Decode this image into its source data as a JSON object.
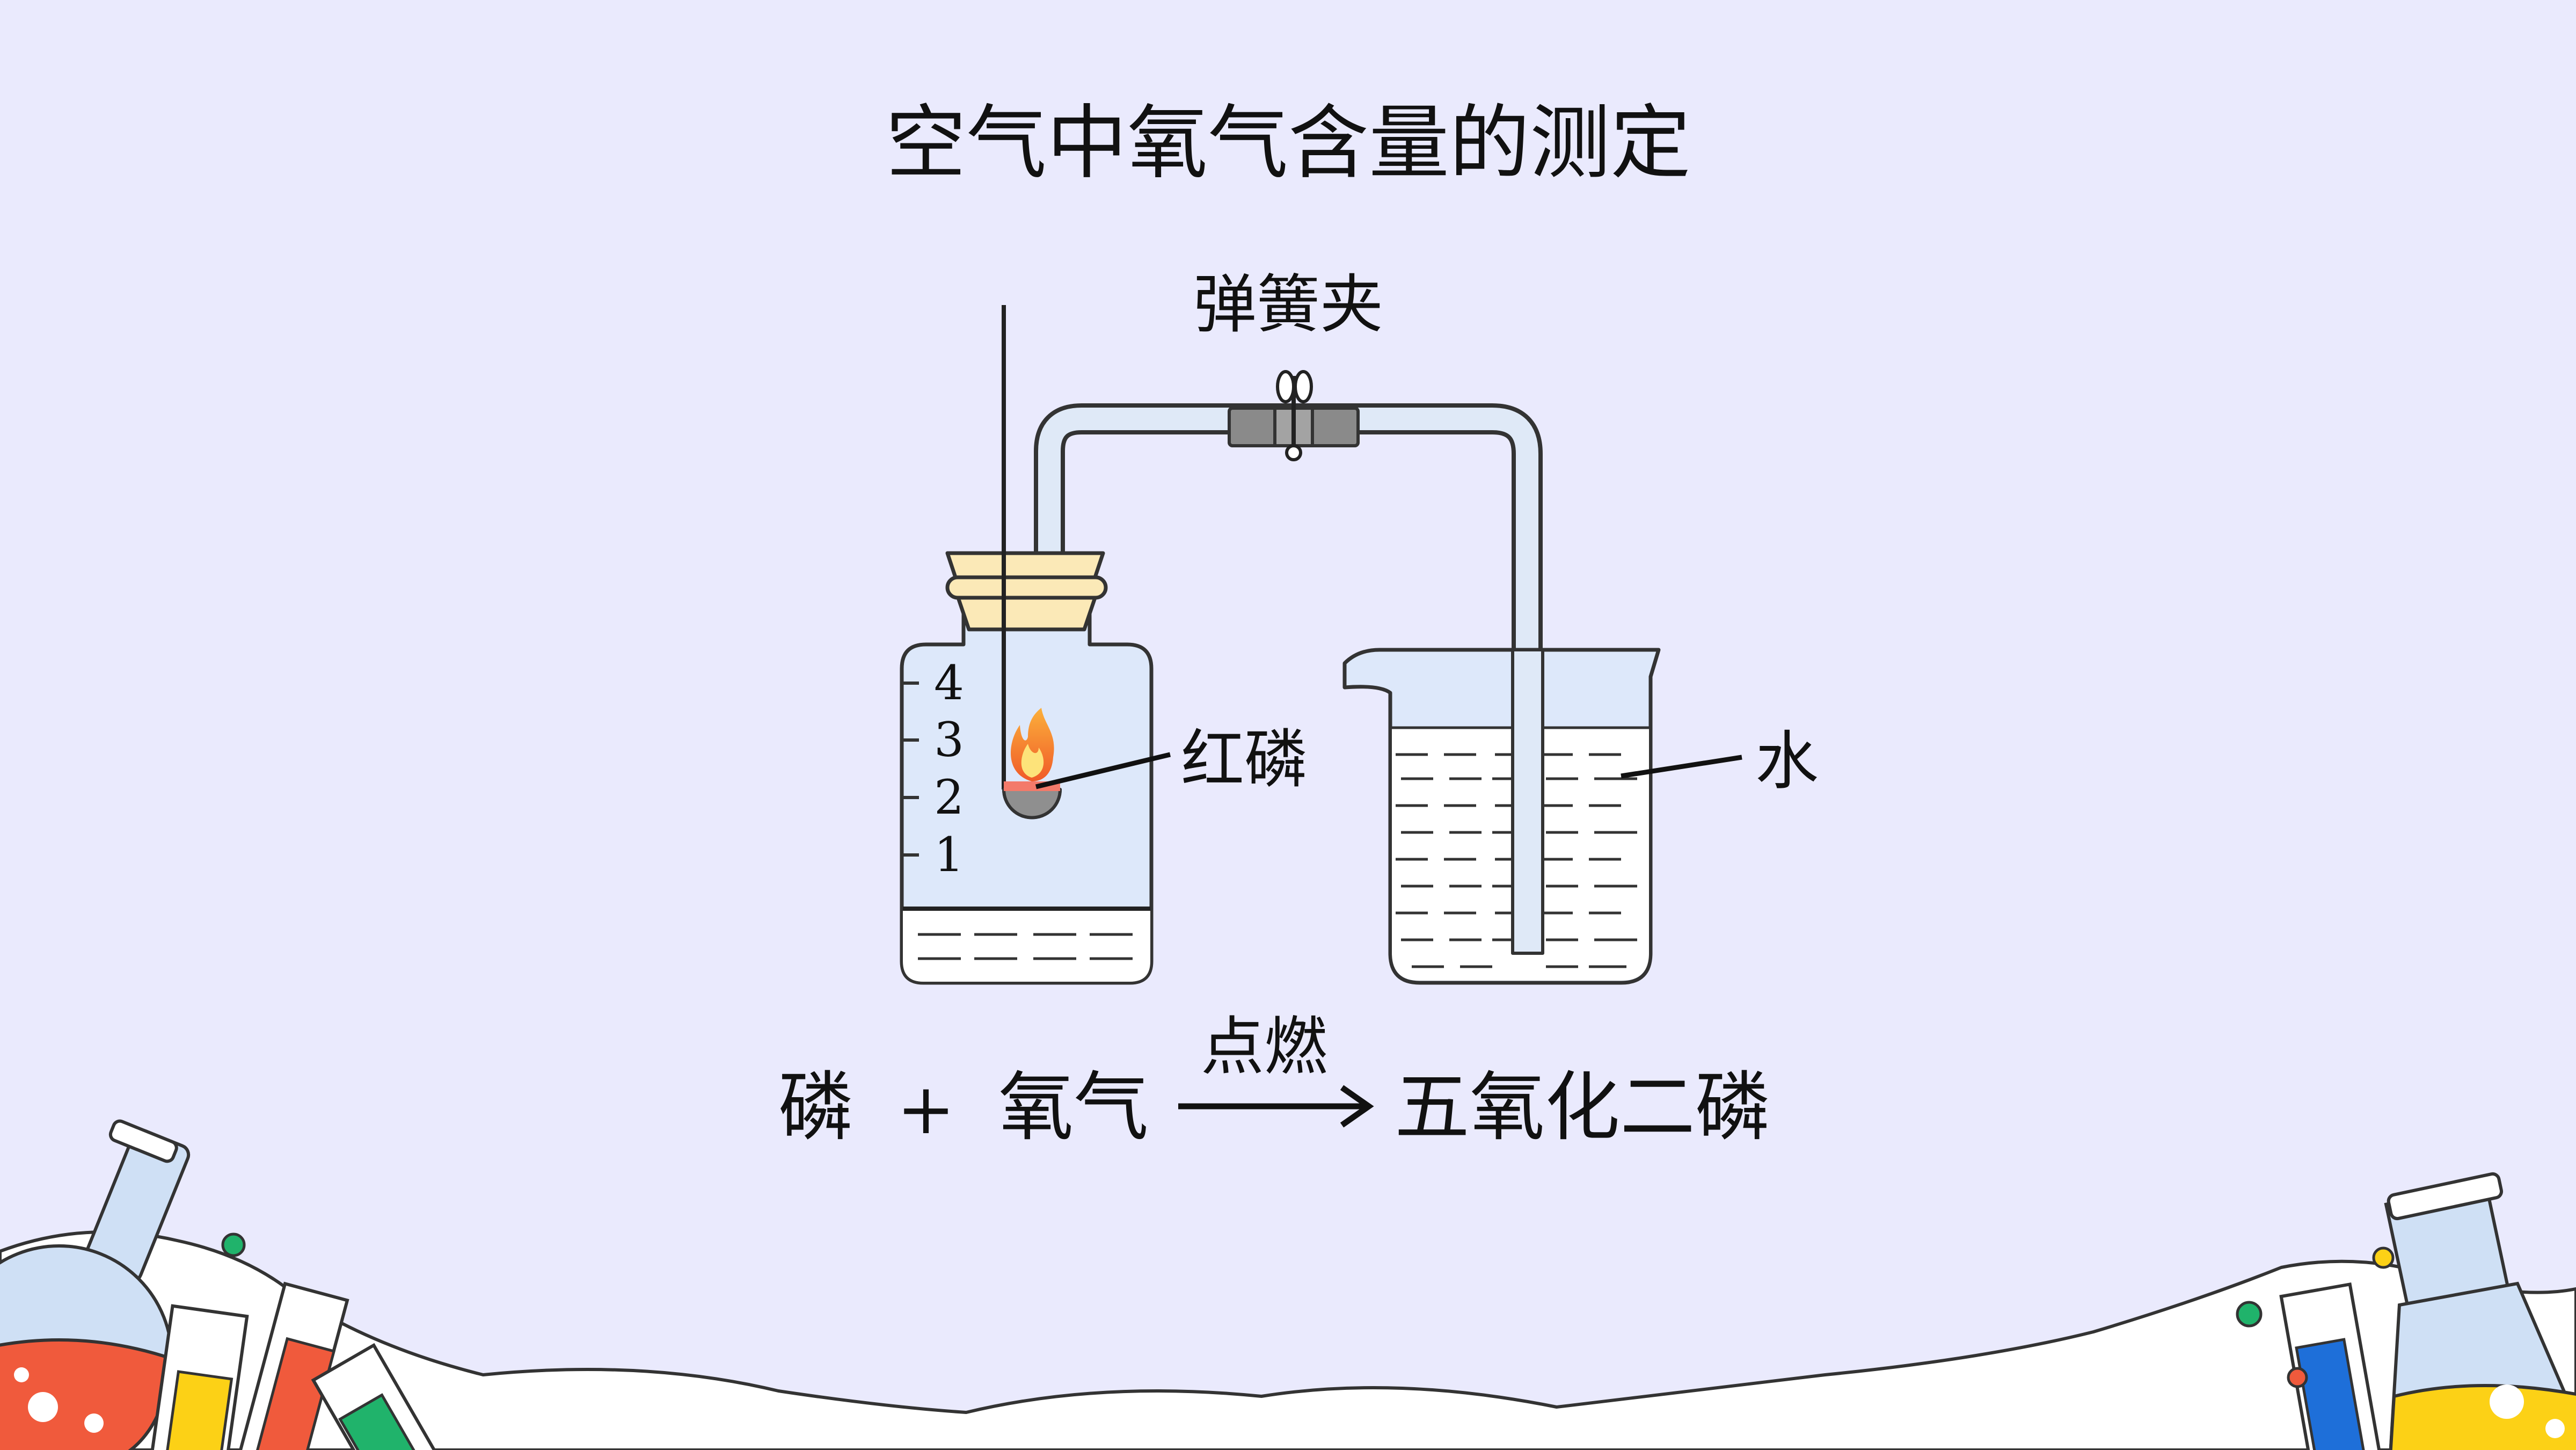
{
  "slide": {
    "title": "空气中氧气含量的测定"
  },
  "apparatus": {
    "clamp_label": "弹簧夹",
    "phosphorus_label": "红磷",
    "water_label": "水",
    "scale_marks": [
      "1",
      "2",
      "3",
      "4"
    ]
  },
  "equation": {
    "reactant1": "磷",
    "plus": "+",
    "reactant2": "氧气",
    "condition": "点燃",
    "product": "五氧化二磷"
  },
  "colors": {
    "background": "#eaeafd",
    "glass_fill": "#dde8fa",
    "glass_stroke": "#333333",
    "tube_fill": "#dfe9f7",
    "stopper": "#fbe9b7",
    "flame_outer": "#f05a28",
    "flame_inner": "#fbb03b",
    "clamp": "#8a8a8a",
    "deco_red": "#f05a3c",
    "deco_yellow": "#fcd116",
    "deco_green": "#20b36b",
    "deco_blue": "#1e6fd9"
  }
}
